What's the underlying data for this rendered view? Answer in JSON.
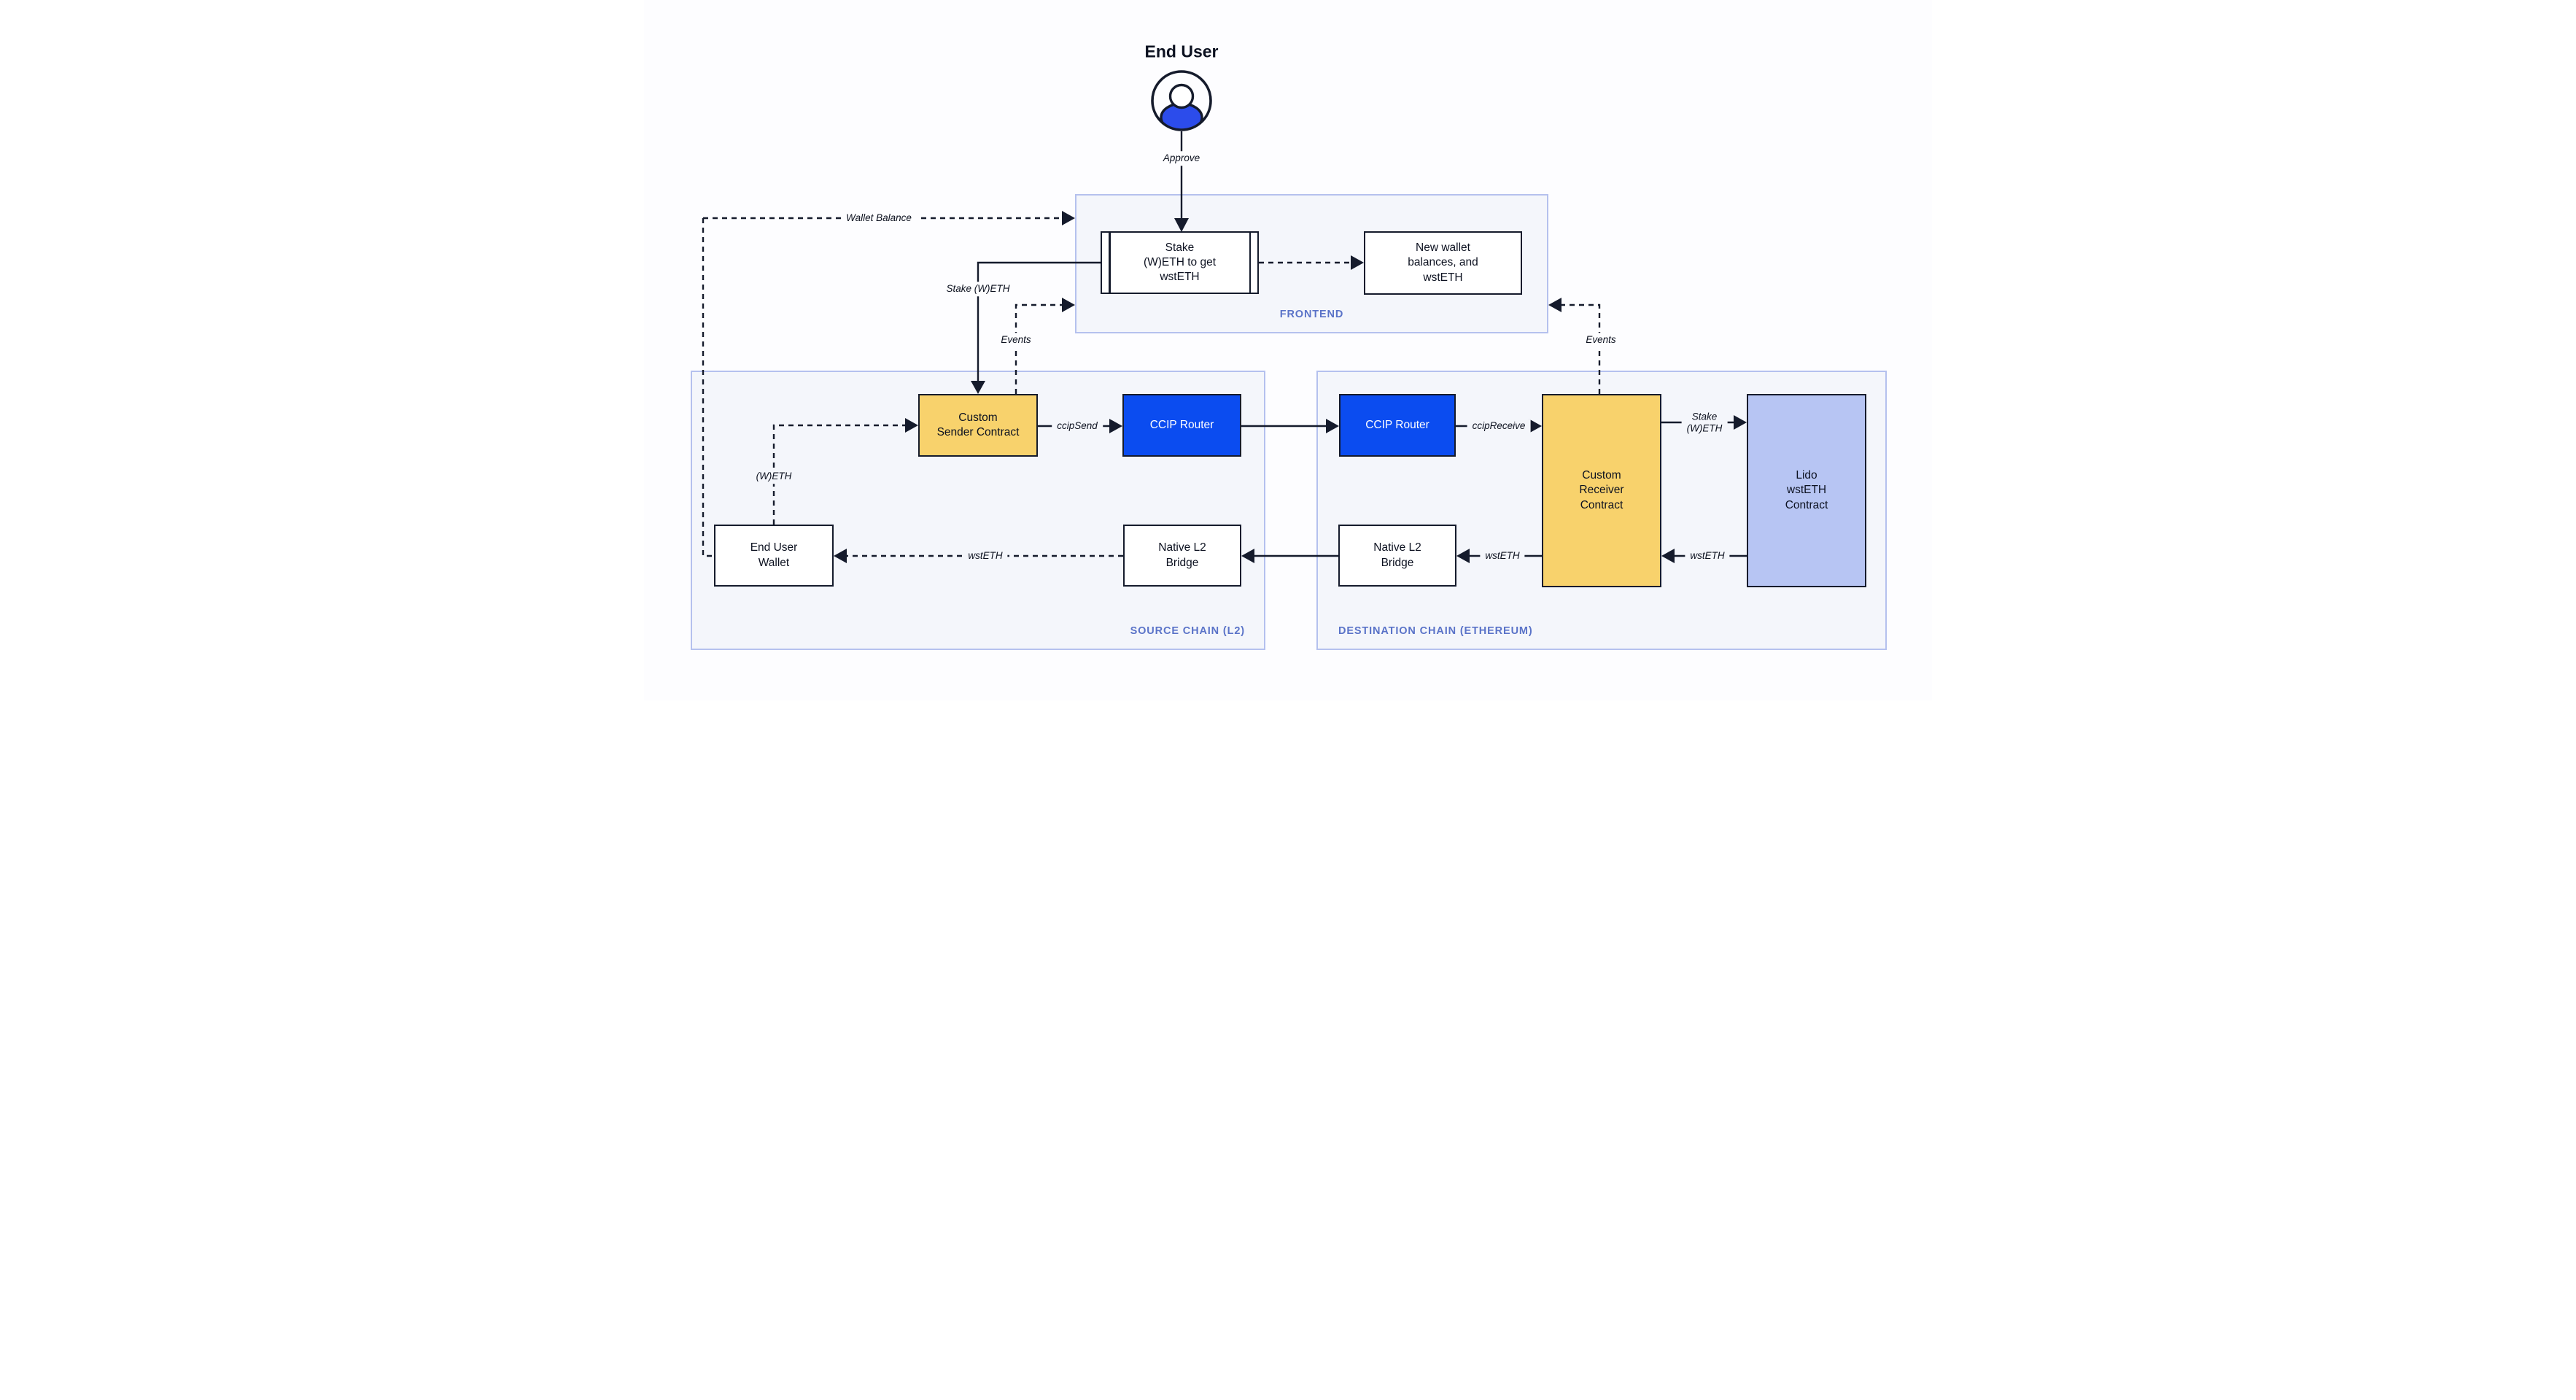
{
  "actor": {
    "label": "End User",
    "icon": "person-icon"
  },
  "containers": {
    "frontend": {
      "label": "FRONTEND"
    },
    "source": {
      "label": "SOURCE CHAIN (L2)"
    },
    "destination": {
      "label": "DESTINATION CHAIN (ETHEREUM)"
    }
  },
  "nodes": {
    "stake_box": "Stake\n(W)ETH to get\nwstETH",
    "new_wallet": "New wallet\nbalances, and\nwstETH",
    "custom_sender": "Custom\nSender Contract",
    "ccip_router_source": "CCIP Router",
    "ccip_router_destination": "CCIP Router",
    "custom_receiver": "Custom\nReceiver\nContract",
    "lido_contract": "Lido\nwstETH\nContract",
    "end_user_wallet": "End User\nWallet",
    "native_bridge_source": "Native L2\nBridge",
    "native_bridge_destination": "Native L2\nBridge"
  },
  "edges": {
    "approve": "Approve",
    "wallet_balance": "Wallet Balance",
    "stake_weth_left": "Stake (W)ETH",
    "events_left": "Events",
    "weth": "(W)ETH",
    "ccip_send": "ccipSend",
    "wsteth_to_wallet": "wstETH",
    "ccip_receive": "ccipReceive",
    "stake_weth_right": "Stake\n(W)ETH",
    "wsteth_lido_to_receiver": "wstETH",
    "wsteth_receiver_to_bridge": "wstETH",
    "events_right": "Events"
  },
  "colors": {
    "router_blue": "#0b4cf0",
    "contract_yellow": "#f8d26c",
    "lido_periwinkle": "#b7c5f3",
    "icon_blue": "#2c4ceb",
    "container_label_blue": "#5a73c8",
    "container_border": "#b5c1ee",
    "container_fill": "#f4f6fb",
    "line_dark": "#151b2c"
  }
}
